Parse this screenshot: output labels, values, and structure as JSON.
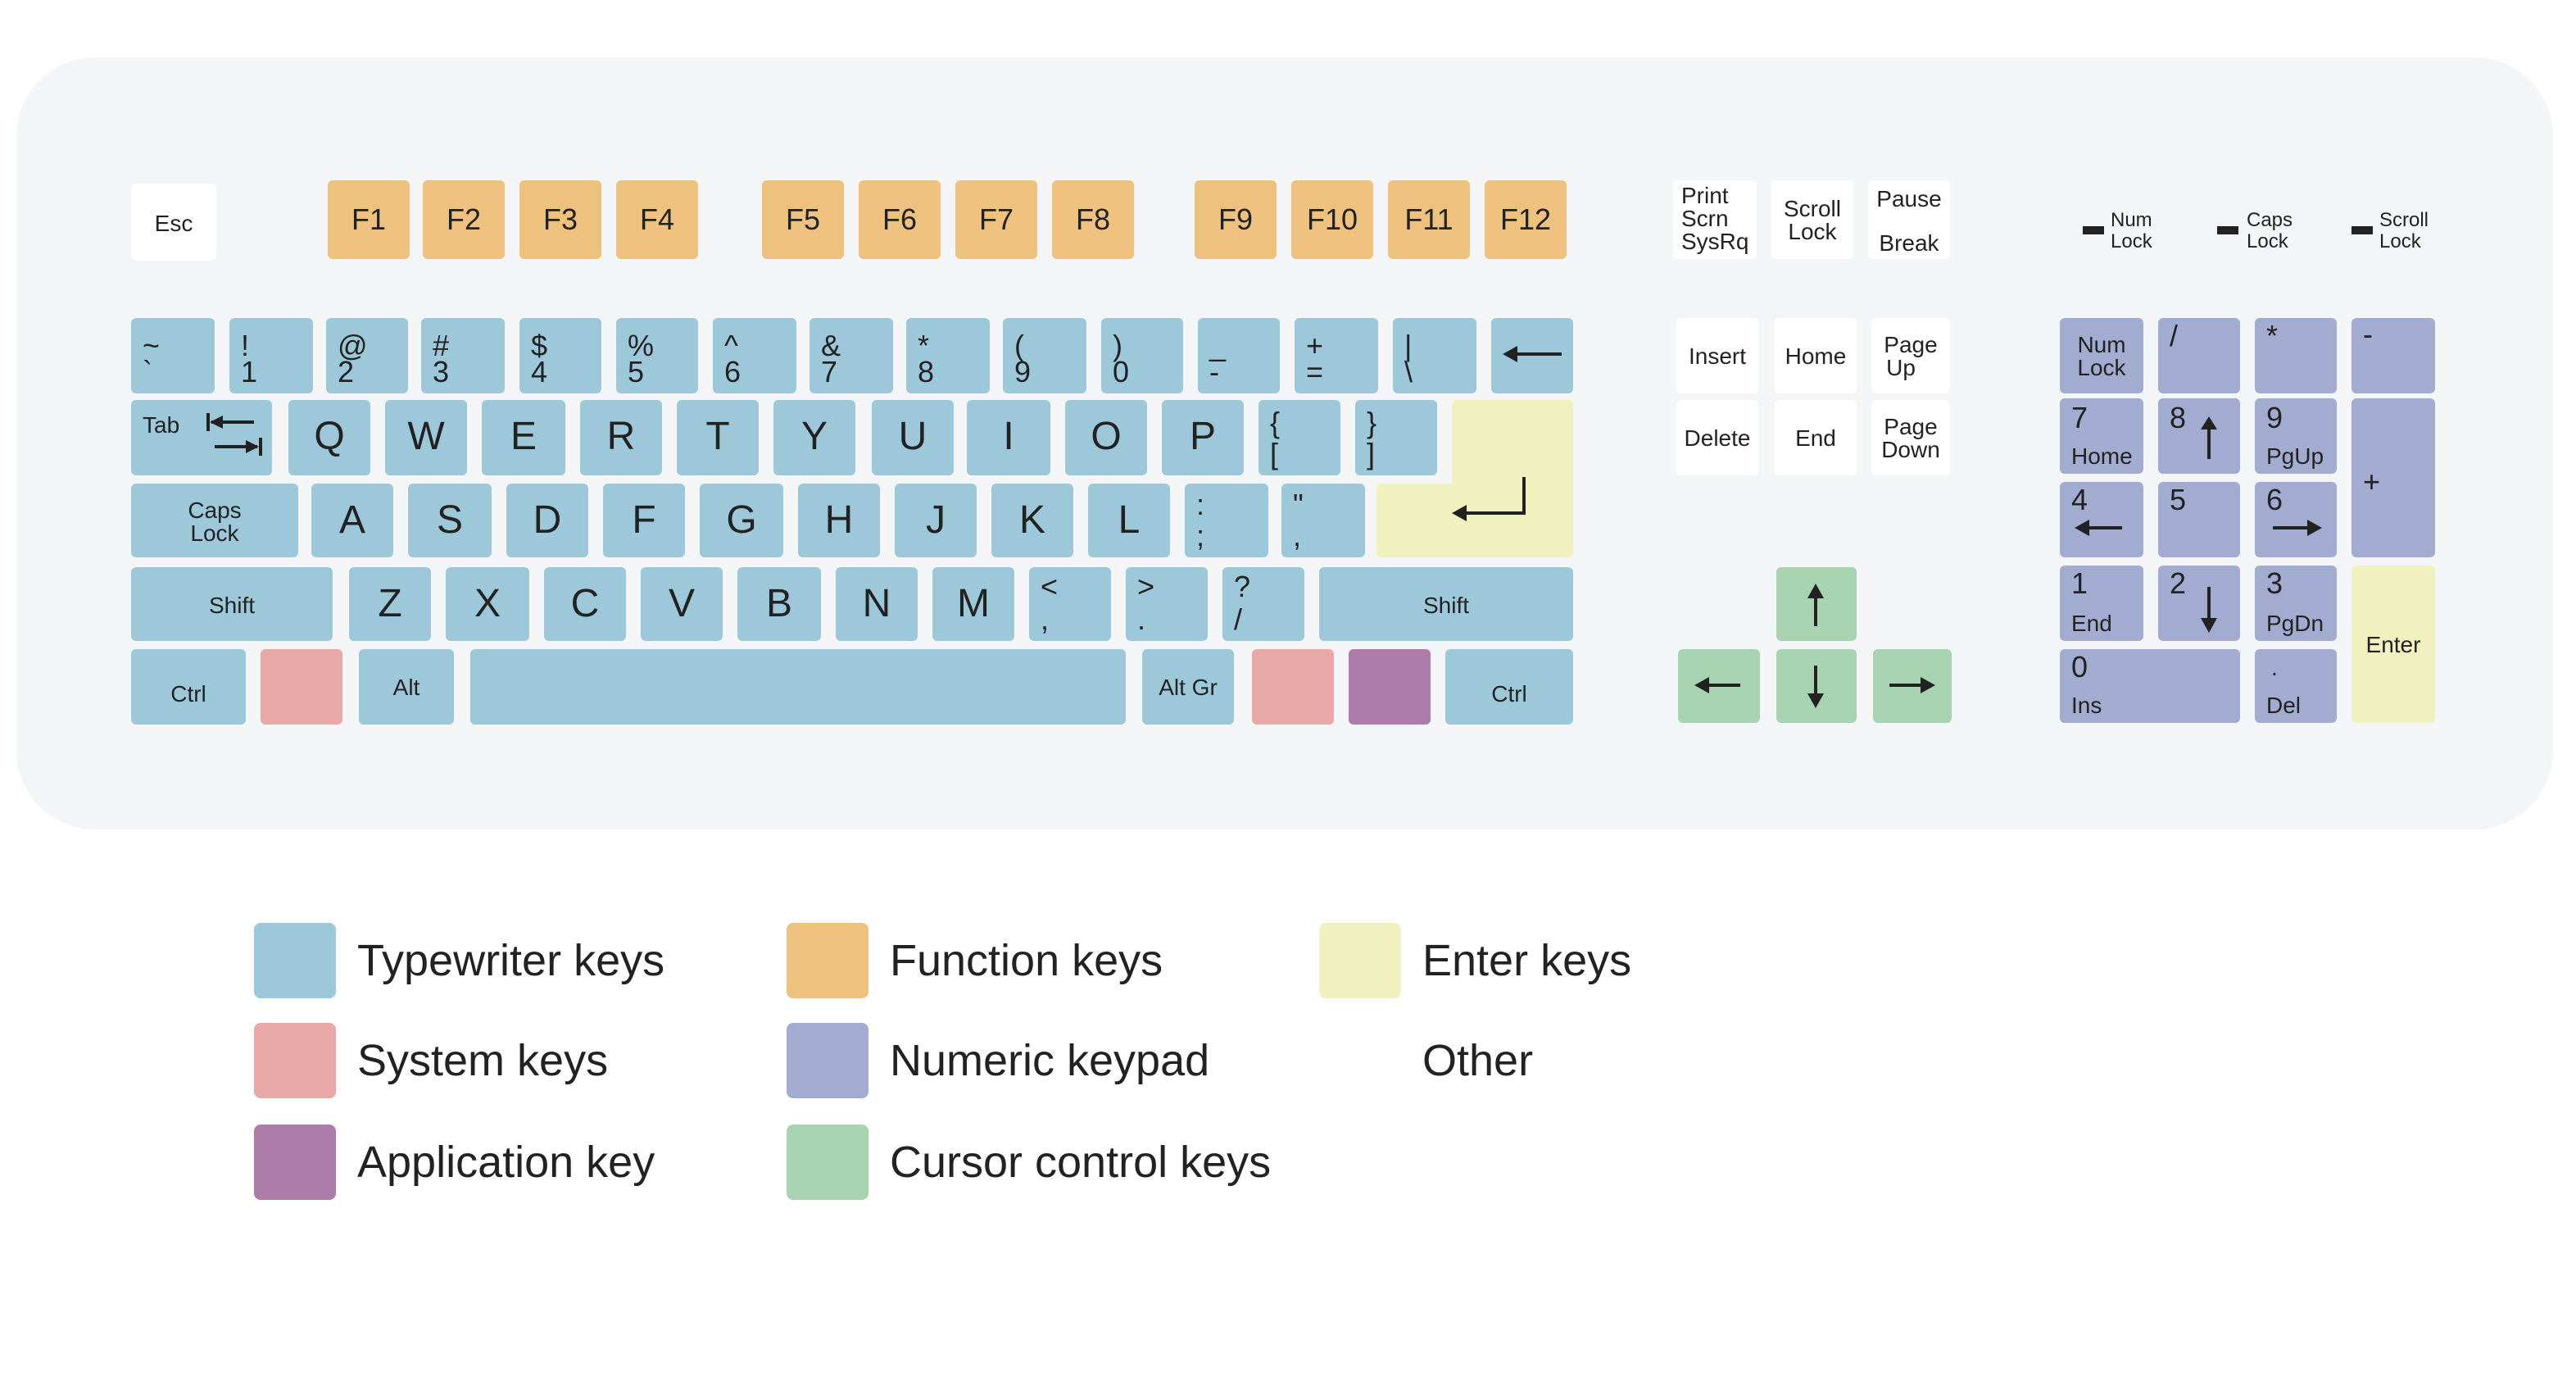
{
  "function_row": {
    "esc": "Esc",
    "f": [
      "F1",
      "F2",
      "F3",
      "F4",
      "F5",
      "F6",
      "F7",
      "F8",
      "F9",
      "F10",
      "F11",
      "F12"
    ]
  },
  "number_row": [
    {
      "top": "~",
      "bottom": "`"
    },
    {
      "top": "!",
      "bottom": "1"
    },
    {
      "top": "@",
      "bottom": "2"
    },
    {
      "top": "#",
      "bottom": "3"
    },
    {
      "top": "$",
      "bottom": "4"
    },
    {
      "top": "%",
      "bottom": "5"
    },
    {
      "top": "^",
      "bottom": "6"
    },
    {
      "top": "&",
      "bottom": "7"
    },
    {
      "top": "*",
      "bottom": "8"
    },
    {
      "top": "(",
      "bottom": "9"
    },
    {
      "top": ")",
      "bottom": "0"
    },
    {
      "top": "_",
      "bottom": "-"
    },
    {
      "top": "+",
      "bottom": "="
    },
    {
      "top": "|",
      "bottom": "\\"
    }
  ],
  "qwerty_row": {
    "tab": "Tab",
    "letters": [
      "Q",
      "W",
      "E",
      "R",
      "T",
      "Y",
      "U",
      "I",
      "O",
      "P"
    ],
    "bracket_left": {
      "top": "{",
      "bottom": "["
    },
    "bracket_right": {
      "top": "}",
      "bottom": "]"
    }
  },
  "home_row": {
    "caps_lock": [
      "Caps",
      "Lock"
    ],
    "letters": [
      "A",
      "S",
      "D",
      "F",
      "G",
      "H",
      "J",
      "K",
      "L"
    ],
    "semicolon": {
      "top": ":",
      "bottom": ";"
    },
    "quote": {
      "top": "\"",
      "bottom": ","
    }
  },
  "bottom_letter_row": {
    "shift": "Shift",
    "letters": [
      "Z",
      "X",
      "C",
      "V",
      "B",
      "N",
      "M"
    ],
    "comma": {
      "top": "<",
      "bottom": ","
    },
    "period": {
      "top": ">",
      "bottom": "."
    },
    "slash": {
      "top": "?",
      "bottom": "/"
    }
  },
  "space_row": {
    "ctrl": "Ctrl",
    "alt": "Alt",
    "alt_gr": "Alt Gr"
  },
  "system_cluster": {
    "print_screen": [
      "Print",
      "Scrn",
      "SysRq"
    ],
    "scroll_lock": [
      "Scroll",
      "Lock"
    ],
    "pause": [
      "Pause",
      "Break"
    ]
  },
  "edit_cluster": {
    "insert": "Insert",
    "home": "Home",
    "page_up": [
      "Page",
      "Up"
    ],
    "delete": "Delete",
    "end": "End",
    "page_down": [
      "Page",
      "Down"
    ]
  },
  "indicators": [
    [
      "Num",
      "Lock"
    ],
    [
      "Caps",
      "Lock"
    ],
    [
      "Scroll",
      "Lock"
    ]
  ],
  "numpad": {
    "num_lock": [
      "Num",
      "Lock"
    ],
    "divide": "/",
    "multiply": "*",
    "minus": "-",
    "plus": "+",
    "enter": "Enter",
    "n7": {
      "digit": "7",
      "nav": "Home"
    },
    "n8": {
      "digit": "8"
    },
    "n9": {
      "digit": "9",
      "nav": "PgUp"
    },
    "n4": {
      "digit": "4"
    },
    "n5": {
      "digit": "5"
    },
    "n6": {
      "digit": "6"
    },
    "n1": {
      "digit": "1",
      "nav": "End"
    },
    "n2": {
      "digit": "2"
    },
    "n3": {
      "digit": "3",
      "nav": "PgDn"
    },
    "n0": {
      "digit": "0",
      "nav": "Ins"
    },
    "ndot": {
      "digit": ".",
      "nav": "Del"
    }
  },
  "legend": {
    "typewriter": "Typewriter keys",
    "function": "Function keys",
    "enter": "Enter keys",
    "system": "System keys",
    "numeric": "Numeric keypad",
    "other": "Other",
    "application": "Application key",
    "cursor": "Cursor control keys"
  },
  "colors": {
    "typewriter": "#9dc8d9",
    "function": "#eec17e",
    "enter": "#f1f0bf",
    "system": "#e8a8a7",
    "numeric": "#a1acd0",
    "application": "#ac7cab",
    "cursor": "#a7d3b0",
    "other": "#ffffff",
    "keyboard_body": "#f4f5f7"
  }
}
